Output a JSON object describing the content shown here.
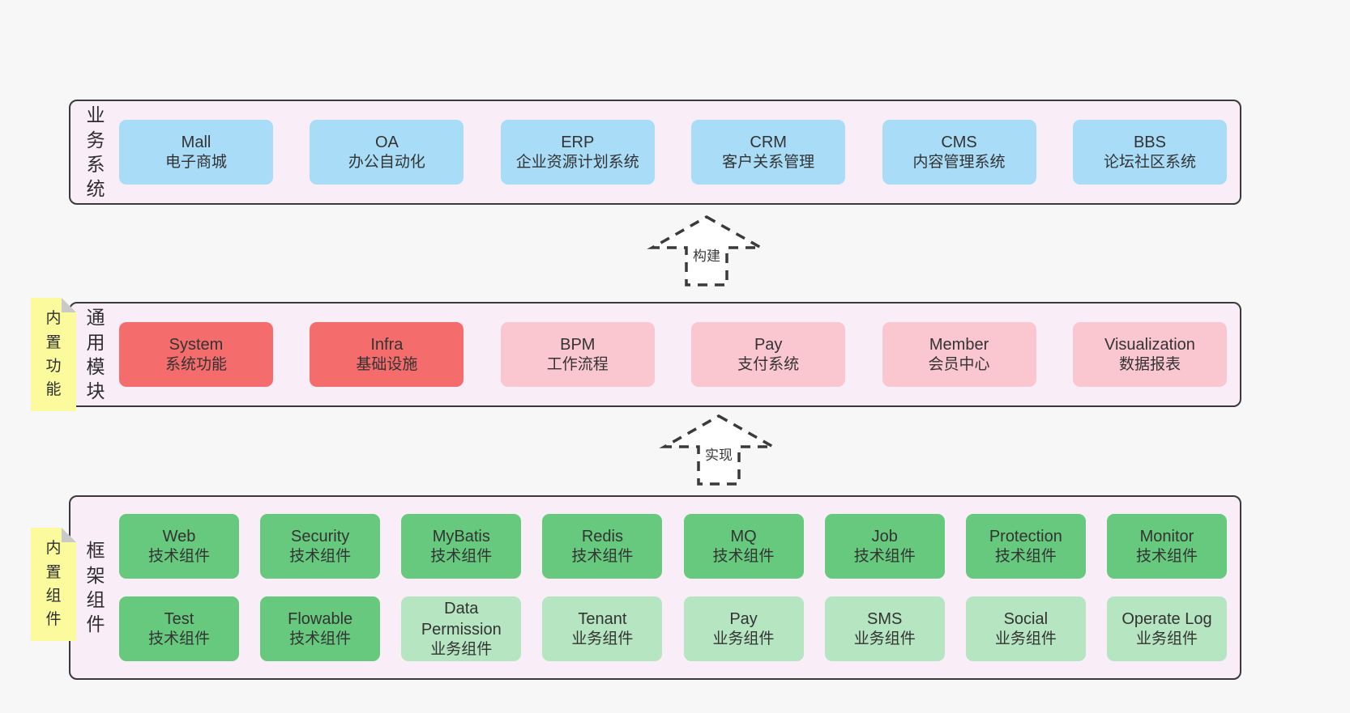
{
  "colors": {
    "page_bg": "#f7f7f7",
    "panel_bg": "#f9edf8",
    "panel_border": "#3a3a3a",
    "blue_box": "#a8dcf7",
    "red_box": "#f56c6c",
    "pink_box": "#fac7d0",
    "green_box": "#66c97e",
    "light_green_box": "#b5e5c1",
    "sticky_yellow": "#fbfa9d",
    "fold_gray": "#c9c9c9",
    "text": "#333333"
  },
  "arrows": [
    {
      "label": "构建"
    },
    {
      "label": "实现"
    }
  ],
  "stickies": [
    {
      "label": "内置功能"
    },
    {
      "label": "内置组件"
    }
  ],
  "layers": [
    {
      "label": "业务系统",
      "boxes": [
        {
          "title": "Mall",
          "subtitle": "电子商城",
          "variant": "blue"
        },
        {
          "title": "OA",
          "subtitle": "办公自动化",
          "variant": "blue"
        },
        {
          "title": "ERP",
          "subtitle": "企业资源计划系统",
          "variant": "blue"
        },
        {
          "title": "CRM",
          "subtitle": "客户关系管理",
          "variant": "blue"
        },
        {
          "title": "CMS",
          "subtitle": "内容管理系统",
          "variant": "blue"
        },
        {
          "title": "BBS",
          "subtitle": "论坛社区系统",
          "variant": "blue"
        }
      ]
    },
    {
      "label": "通用模块",
      "boxes": [
        {
          "title": "System",
          "subtitle": "系统功能",
          "variant": "red"
        },
        {
          "title": "Infra",
          "subtitle": "基础设施",
          "variant": "red"
        },
        {
          "title": "BPM",
          "subtitle": "工作流程",
          "variant": "pink"
        },
        {
          "title": "Pay",
          "subtitle": "支付系统",
          "variant": "pink"
        },
        {
          "title": "Member",
          "subtitle": "会员中心",
          "variant": "pink"
        },
        {
          "title": "Visualization",
          "subtitle": "数据报表",
          "variant": "pink"
        }
      ]
    },
    {
      "label": "框架组件",
      "rows": [
        [
          {
            "title": "Web",
            "subtitle": "技术组件",
            "variant": "green"
          },
          {
            "title": "Security",
            "subtitle": "技术组件",
            "variant": "green"
          },
          {
            "title": "MyBatis",
            "subtitle": "技术组件",
            "variant": "green"
          },
          {
            "title": "Redis",
            "subtitle": "技术组件",
            "variant": "green"
          },
          {
            "title": "MQ",
            "subtitle": "技术组件",
            "variant": "green"
          },
          {
            "title": "Job",
            "subtitle": "技术组件",
            "variant": "green"
          },
          {
            "title": "Protection",
            "subtitle": "技术组件",
            "variant": "green"
          },
          {
            "title": "Monitor",
            "subtitle": "技术组件",
            "variant": "green"
          }
        ],
        [
          {
            "title": "Test",
            "subtitle": "技术组件",
            "variant": "green"
          },
          {
            "title": "Flowable",
            "subtitle": "技术组件",
            "variant": "green"
          },
          {
            "title": "Data Permission",
            "subtitle": "业务组件",
            "variant": "lightgreen"
          },
          {
            "title": "Tenant",
            "subtitle": "业务组件",
            "variant": "lightgreen"
          },
          {
            "title": "Pay",
            "subtitle": "业务组件",
            "variant": "lightgreen"
          },
          {
            "title": "SMS",
            "subtitle": "业务组件",
            "variant": "lightgreen"
          },
          {
            "title": "Social",
            "subtitle": "业务组件",
            "variant": "lightgreen"
          },
          {
            "title": "Operate Log",
            "subtitle": "业务组件",
            "variant": "lightgreen"
          }
        ]
      ]
    }
  ]
}
